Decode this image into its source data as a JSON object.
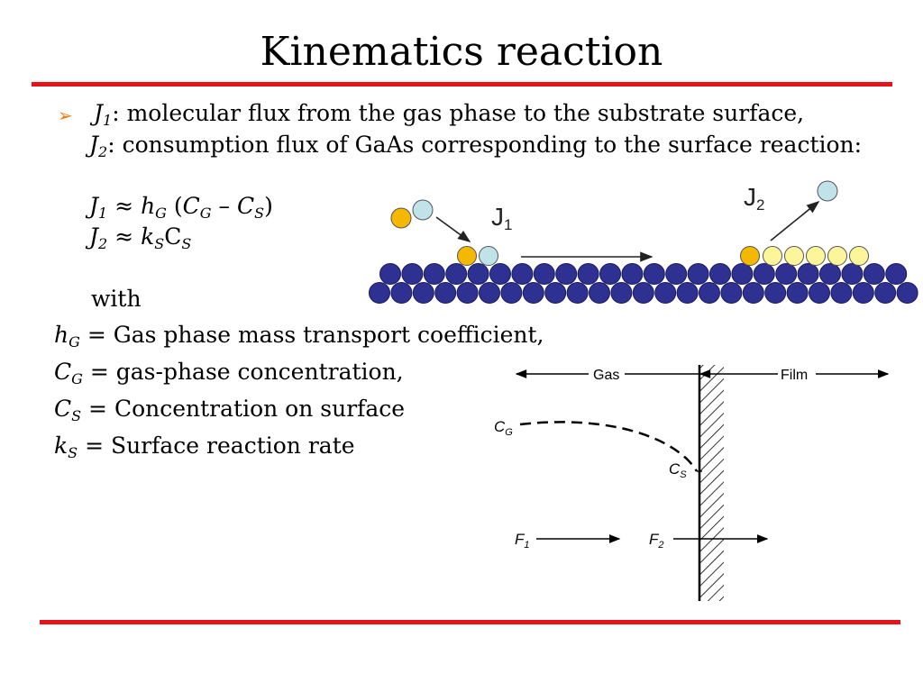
{
  "slide": {
    "title": "Kinematics reaction",
    "bullet_text_1": ": molecular flux from the gas phase to the substrate surface,",
    "bullet_text_2": ": consumption flux of GaAs corresponding to the surface reaction:",
    "var_J": "J",
    "sub_1": "1",
    "sub_2": "2",
    "eq1_mid": " ≈ ",
    "eq1_h": "h",
    "sub_G": "G",
    "sub_S": "S",
    "eq1_open": " (",
    "eq1_C": "C",
    "eq1_minus": " – ",
    "eq1_close": ")",
    "eq2_k": "k",
    "eq2_C": "C",
    "with": "with",
    "def_hG": " = Gas phase mass transport coefficient,",
    "def_CG": " = gas-phase concentration,",
    "def_CS": " = Concentration on surface",
    "def_kS": " = Surface reaction rate"
  },
  "figure_top": {
    "label_J1": "J",
    "label_J1_sub": "1",
    "label_J2": "J",
    "label_J2_sub": "2",
    "colors": {
      "substrate_atom": "#2e3192",
      "ga_atom": "#f5b800",
      "as_atom": "#bfe3e8",
      "film_atom": "#fdf59a"
    }
  },
  "figure_bottom": {
    "label_gas": "Gas",
    "label_film": "Film",
    "label_CG": "C",
    "label_CG_sub": "G",
    "label_CS": "C",
    "label_CS_sub": "S",
    "label_F1": "F",
    "label_F1_sub": "1",
    "label_F2": "F",
    "label_F2_sub": "2"
  },
  "colors": {
    "accent_rule": "#e8121a",
    "bullet": "#f07f09"
  }
}
